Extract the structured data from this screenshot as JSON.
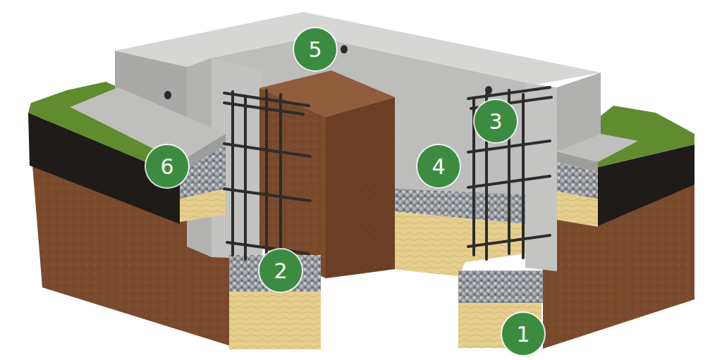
{
  "diagram": {
    "nodes": [
      {
        "text": [
          "5"
        ]
      },
      {
        "text": [
          "3"
        ]
      },
      {
        "text": [
          "6"
        ]
      },
      {
        "text": [
          "4"
        ]
      },
      {
        "text": [
          "2"
        ]
      },
      {
        "text": [
          "1"
        ]
      }
    ]
  }
}
